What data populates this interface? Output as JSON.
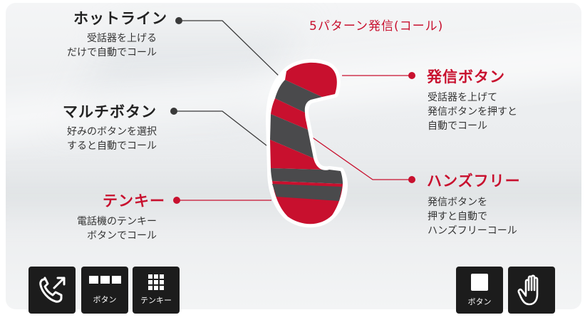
{
  "title": "5パターン発信(コール)",
  "features": {
    "hotline": {
      "name": "ホットライン",
      "desc1": "受話器を上げる",
      "desc2": "だけで自動でコール"
    },
    "multi": {
      "name": "マルチボタン",
      "desc1": "好みのボタンを選択",
      "desc2": "すると自動でコール"
    },
    "tenkey": {
      "name": "テンキー",
      "desc1": "電話機のテンキー",
      "desc2": "ボタンでコール"
    },
    "hasshin": {
      "name": "発信ボタン",
      "desc1": "受話器を上げて",
      "desc2": "発信ボタンを押すと",
      "desc3": "自動でコール"
    },
    "handsfree": {
      "name": "ハンズフリー",
      "desc1": "発信ボタンを",
      "desc2": "押すと自動で",
      "desc3": "ハンズフリーコール"
    }
  },
  "icons": {
    "left": [
      {
        "icon": "phone-outgoing-icon",
        "label": ""
      },
      {
        "icon": "three-buttons-icon",
        "label": "ボタン"
      },
      {
        "icon": "keypad-icon",
        "label": "テンキー"
      }
    ],
    "right": [
      {
        "icon": "single-button-icon",
        "label": "ボタン"
      },
      {
        "icon": "hand-icon",
        "label": ""
      }
    ]
  },
  "colors": {
    "accent": "#c8102e",
    "dark": "#4a4a4c",
    "text": "#333333",
    "iconBg": "#1c1c1c"
  }
}
